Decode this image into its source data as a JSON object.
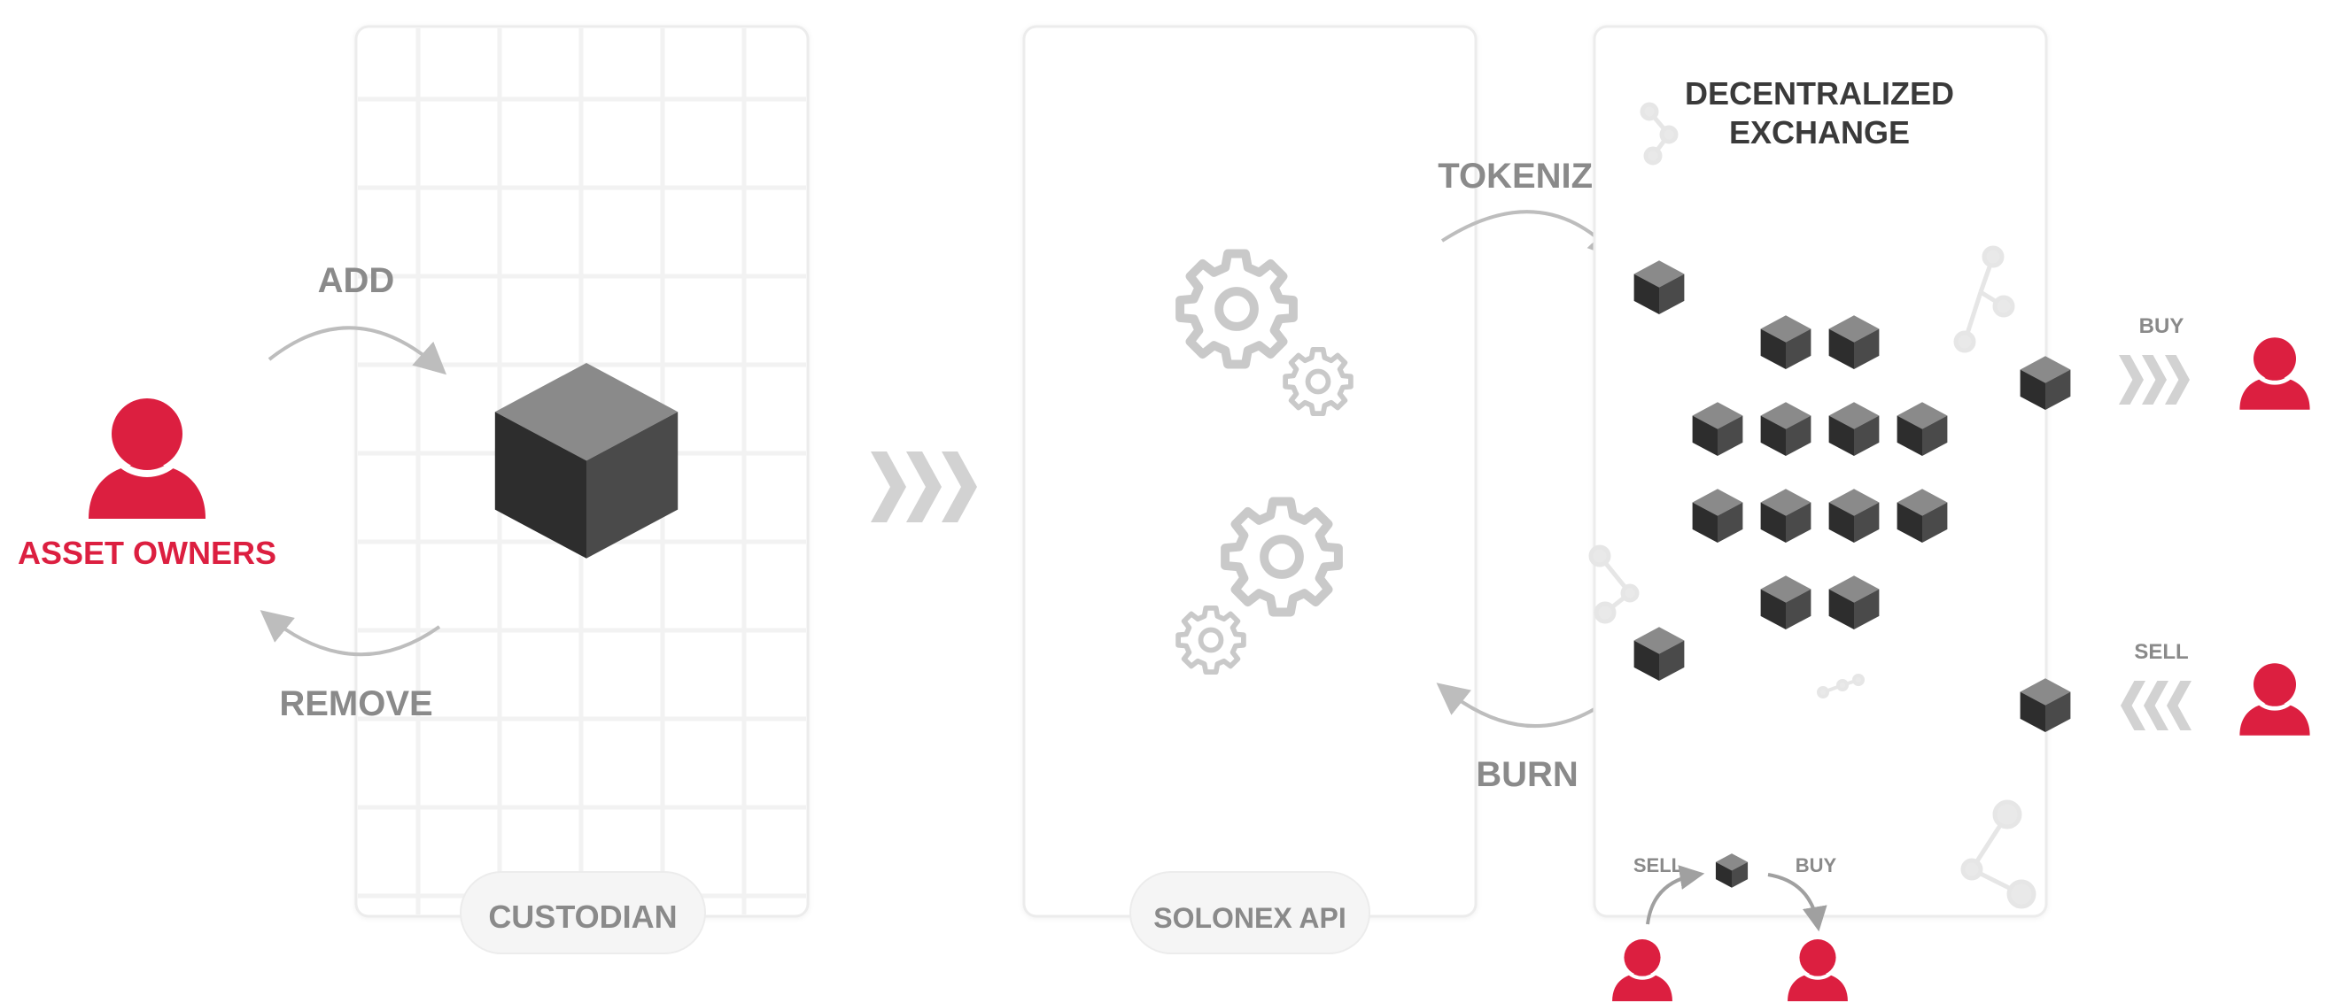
{
  "labels": {
    "asset_owners": "ASSET OWNERS",
    "add": "ADD",
    "remove": "REMOVE",
    "custodian": "CUSTODIAN",
    "solonex_api": "SOLONEX API",
    "tokenize": "TOKENIZE",
    "burn": "BURN",
    "dex_line1": "DECENTRALIZED",
    "dex_line2": "EXCHANGE",
    "buy": "BUY",
    "sell": "SELL",
    "bottom_sell": "SELL",
    "bottom_buy": "BUY"
  },
  "colors": {
    "accent_red": "#dc1f40",
    "label_gray": "#8a8a8a",
    "panel_border": "#ececec",
    "cube_top": "#8a8a8a",
    "cube_left": "#2d2d2d",
    "cube_right": "#4a4a4a",
    "gear": "#c9c9c9",
    "chevron": "#d2d2d2",
    "arrow": "#bdbdbd"
  },
  "icons": {
    "person": "person-icon",
    "cube": "cube-icon",
    "gear": "gear-icon",
    "chevrons": "chevrons-icon",
    "molecule": "molecule-icon"
  }
}
